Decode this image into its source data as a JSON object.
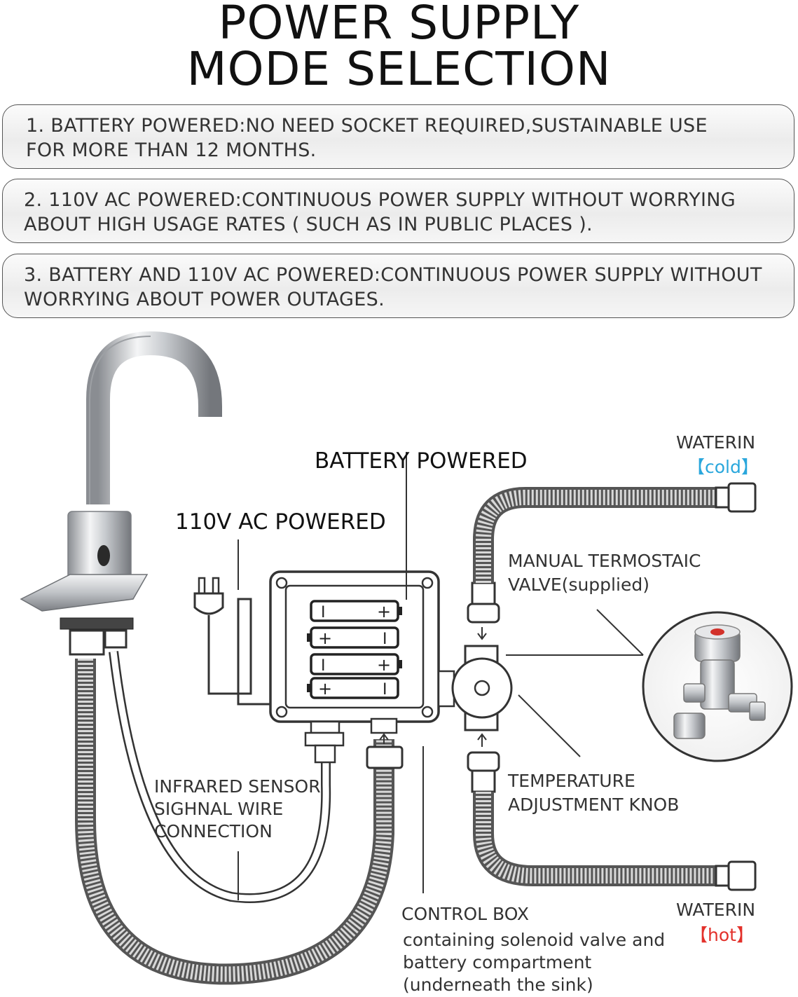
{
  "title": {
    "line1": "POWER SUPPLY",
    "line2": "MODE SELECTION"
  },
  "modes": [
    {
      "text": "1.  BATTERY POWERED:NO NEED SOCKET REQUIRED,SUSTAINABLE USE\nFOR MORE THAN 12 MONTHS."
    },
    {
      "text": "2. 110V AC POWERED:CONTINUOUS POWER SUPPLY WITHOUT WORRYING\nABOUT HIGH USAGE RATES ( SUCH AS IN PUBLIC PLACES )."
    },
    {
      "text": "3. BATTERY AND 110V AC POWERED:CONTINUOUS POWER SUPPLY WITHOUT\nWORRYING ABOUT  POWER OUTAGES."
    }
  ],
  "diagram": {
    "battery_powered": "BATTERY POWERED",
    "ac_powered": "110V AC POWERED",
    "water_in_cold": {
      "label": "WATERIN",
      "tag": "【cold】"
    },
    "water_in_hot": {
      "label": "WATERIN",
      "tag": "【hot】"
    },
    "valve": "MANUAL TERMOSTAIC\nVALVE(supplied)",
    "knob": "TEMPERATURE\nADJUSTMENT KNOB",
    "sensor": "INFRARED SENSOR\nSIGHNAL WIRE\nCONNECTION",
    "control_box_title": "CONTROL BOX",
    "control_box_desc": "containing solenoid valve and\nbattery compartment\n(underneath the sink)"
  },
  "colors": {
    "cold": "#2aa7dc",
    "hot": "#e3312b"
  }
}
